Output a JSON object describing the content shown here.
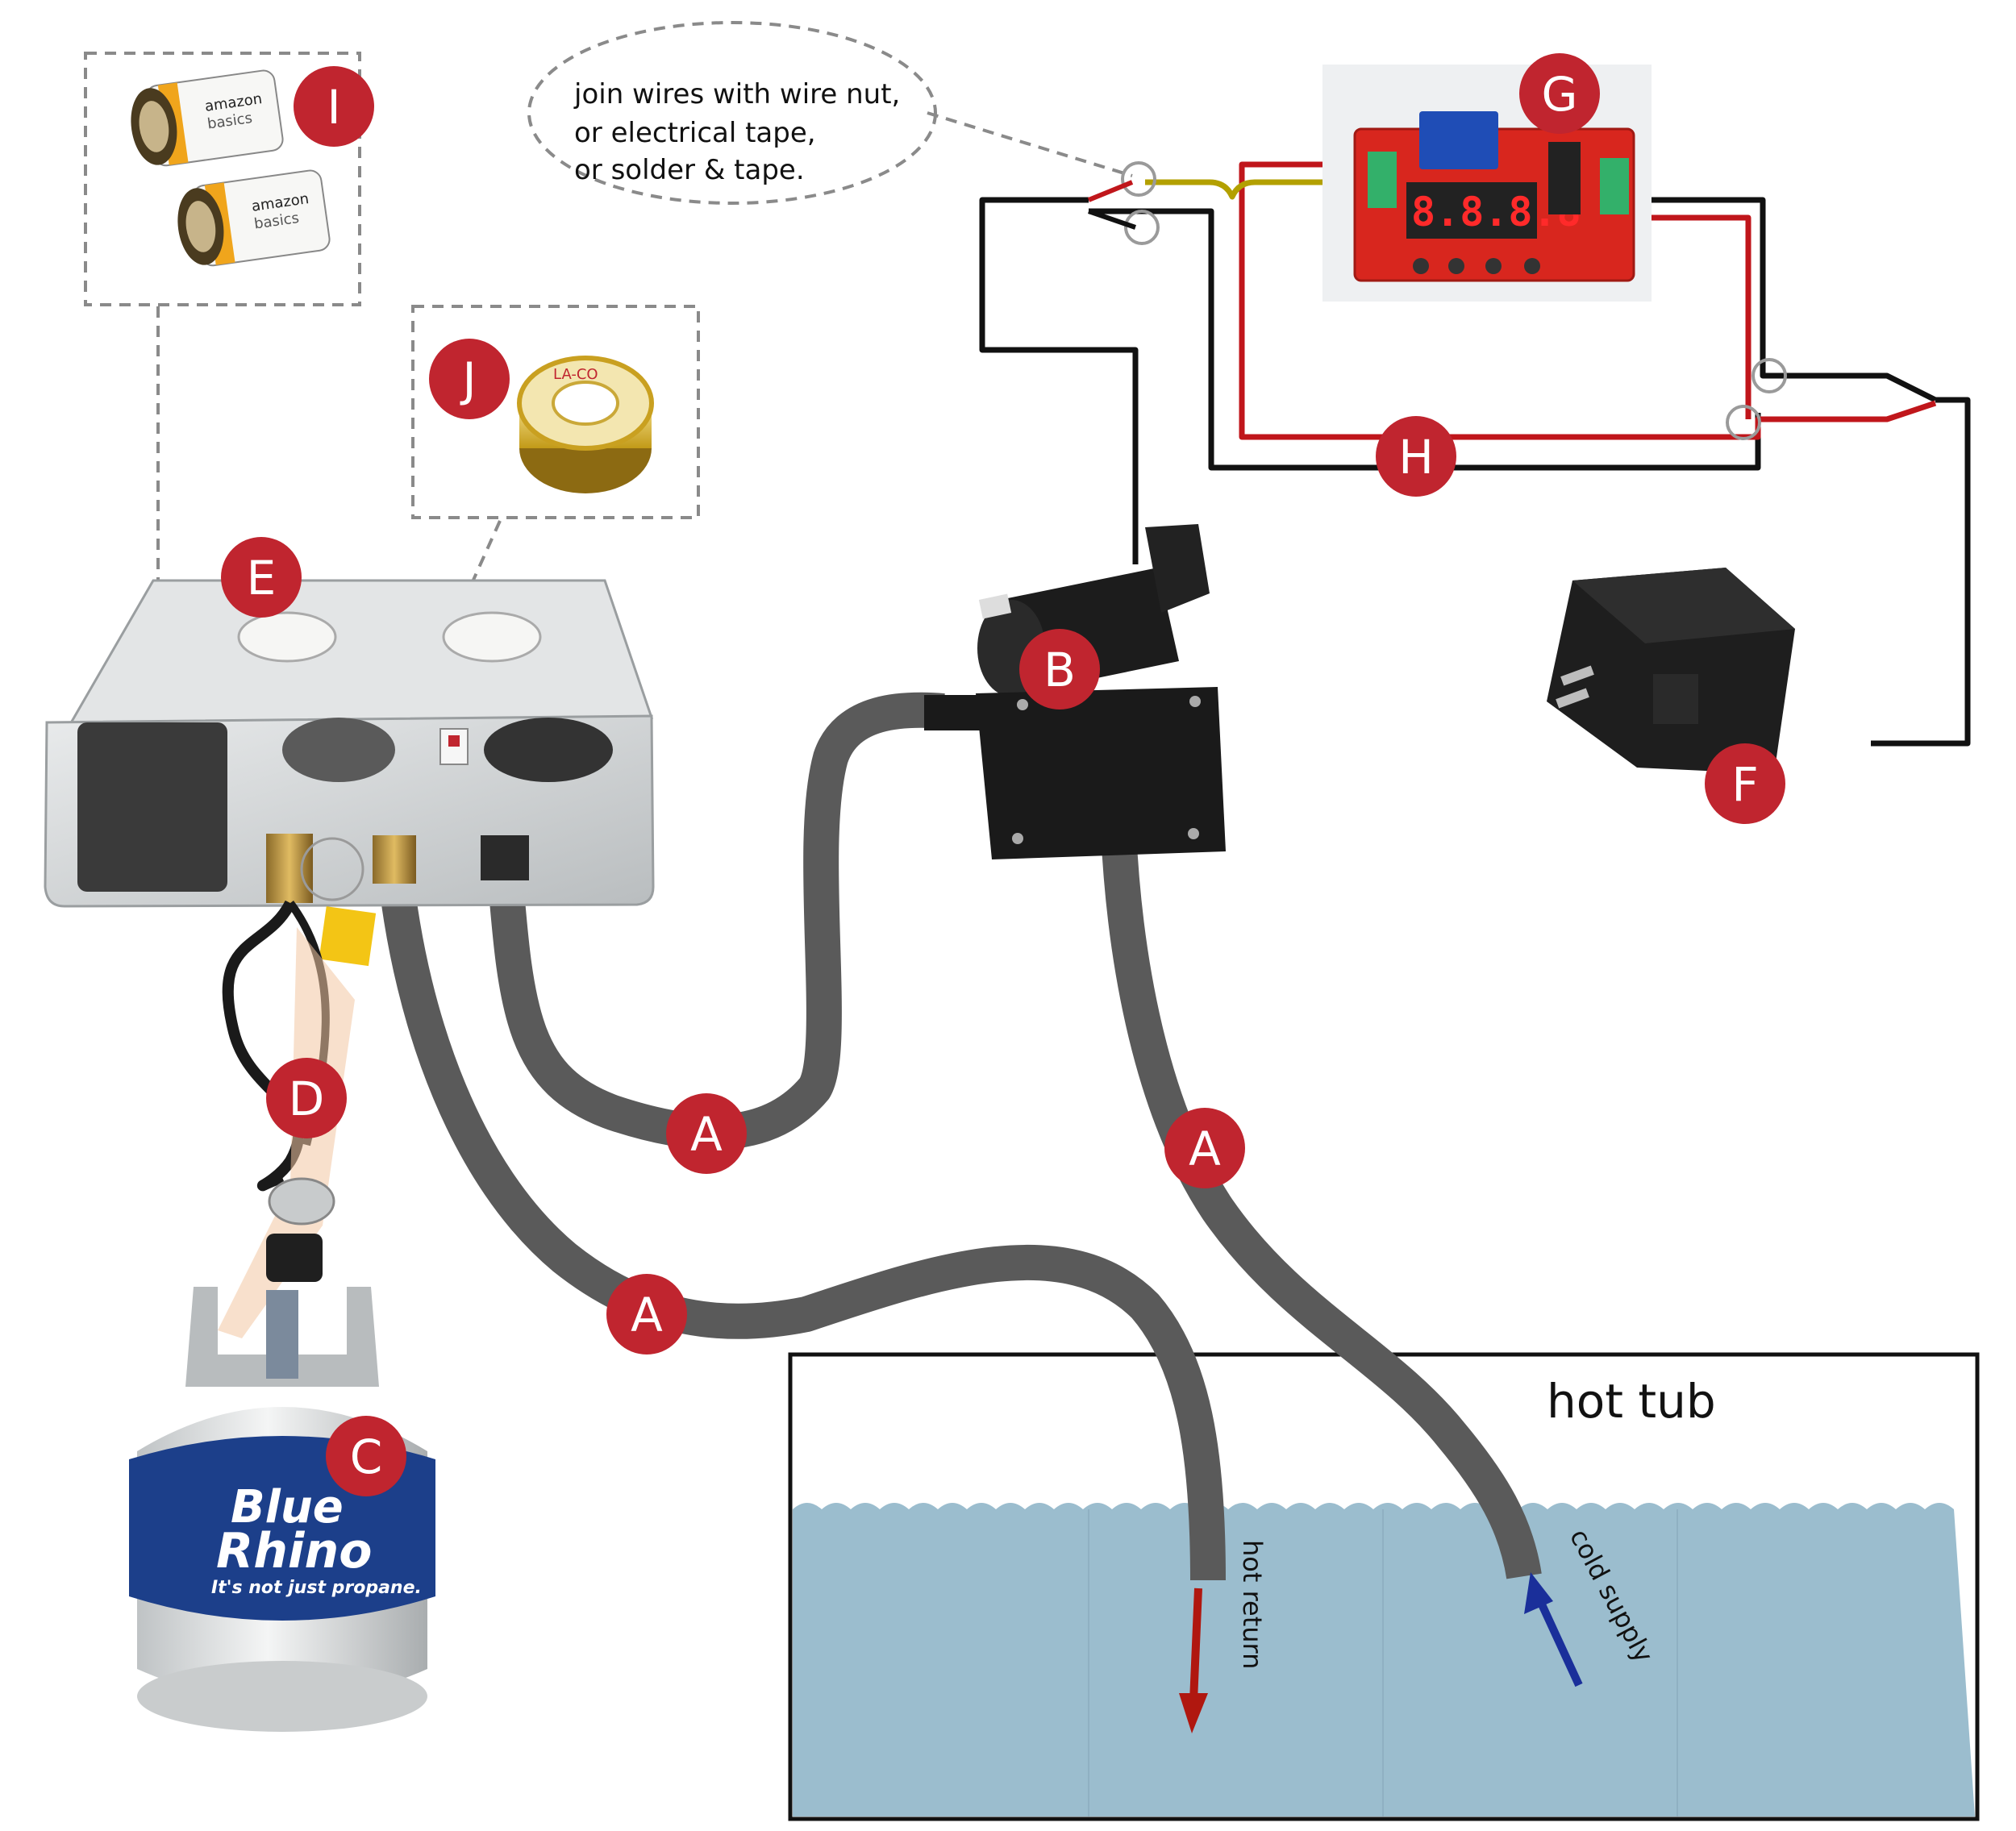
{
  "callout": {
    "lines": [
      "join wires with wire nut,",
      "or electrical tape,",
      "or solder & tape."
    ]
  },
  "labels": {
    "hose_left": "A",
    "hose_mid": "A",
    "hose_right": "A",
    "pump": "B",
    "tank": "C",
    "gas_line": "D",
    "heater": "E",
    "adapter": "F",
    "relay": "G",
    "wires": "H",
    "batteries": "I",
    "tape": "J"
  },
  "tub": {
    "title": "hot tub",
    "hot_return": "hot return",
    "cold_supply": "cold supply"
  },
  "tank": {
    "brand_line1": "Blue",
    "brand_line2": "Rhino",
    "tagline": "It's not just propane."
  },
  "battery": {
    "brand": "amazon",
    "sub": "basics"
  },
  "relay_board": {
    "display": "8.8.8.8"
  },
  "colors": {
    "badge": "#c0252f",
    "hose": "#5a5a5a",
    "wire_red": "#c0161b",
    "wire_black": "#111111",
    "wire_yellow": "#b3a000",
    "water": "#9bbdce",
    "hot_arrow": "#b0170f",
    "cold_arrow": "#1a2f9a",
    "dash": "#8a8a8a"
  }
}
